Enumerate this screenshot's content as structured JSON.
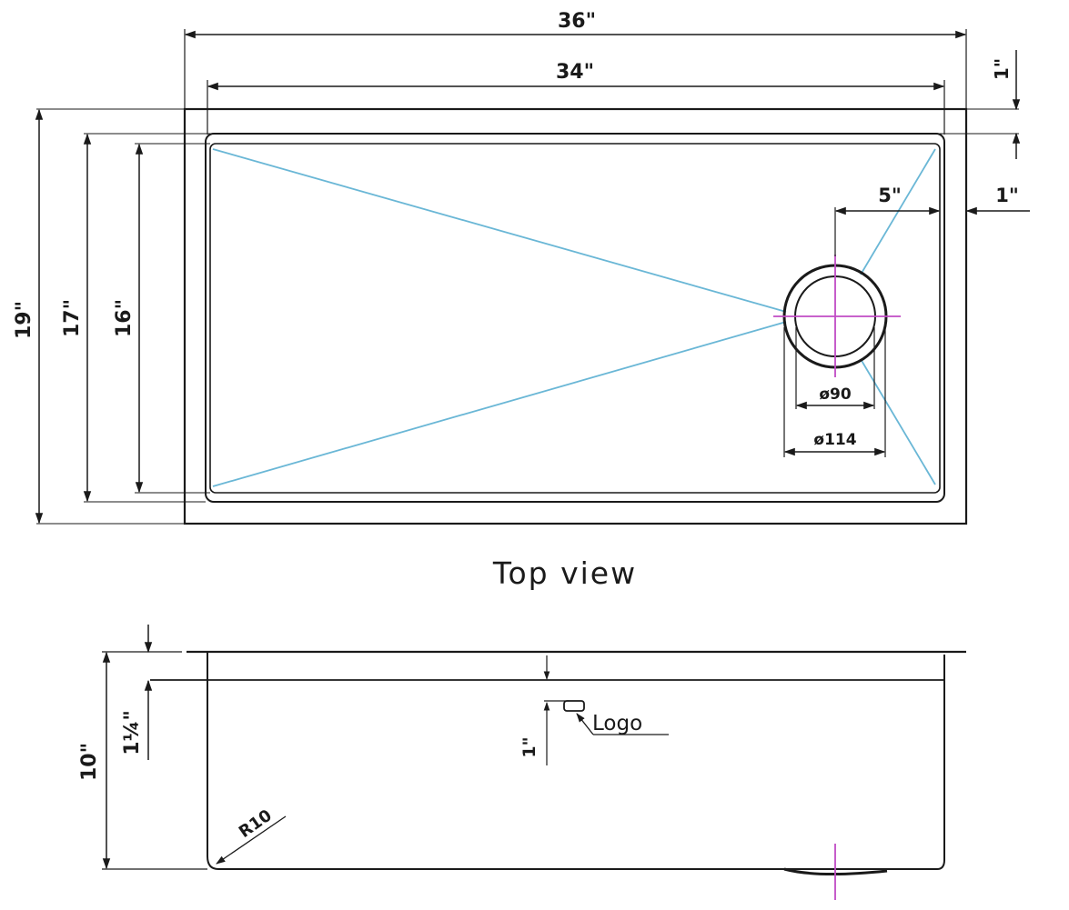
{
  "colors": {
    "lines": "#1a1a1a",
    "slope_lines": "#6ab7d6",
    "center_mark": "#c04bc4"
  },
  "top_view": {
    "title": "Top view",
    "dims": {
      "overall_width": "36\"",
      "bowl_width": "34\"",
      "overall_depth": "19\"",
      "depth_17": "17\"",
      "depth_16": "16\"",
      "flange_1": "1\"",
      "drain_offset": "5\"",
      "right_1": "1\"",
      "drain_inner": "ø90",
      "drain_outer": "ø114"
    }
  },
  "side_view": {
    "height": "10\"",
    "ledge": "1¼\"",
    "logo_offset": "1\"",
    "logo_label": "Logo",
    "corner_radius": "R10"
  }
}
